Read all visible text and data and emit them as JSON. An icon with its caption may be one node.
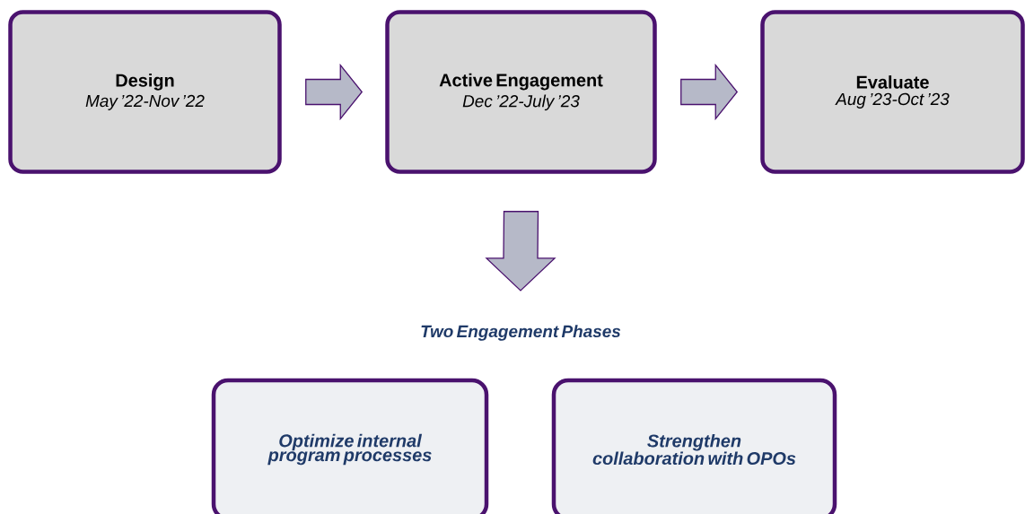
{
  "diagram": {
    "nodes": [
      {
        "text": [
          "Design",
          "May ’22-Nov ’22"
        ]
      },
      {
        "text": [
          "Active Engagement",
          "Dec ’22-July ’23"
        ]
      },
      {
        "text": [
          "Evaluate",
          "Aug ’23-Oct ’23"
        ]
      },
      {
        "text": [
          "Two Engagement Phases"
        ]
      },
      {
        "text": [
          "Optimize internal program processes"
        ]
      },
      {
        "text": [
          "Strengthen collaboration with OPOs"
        ]
      }
    ],
    "edges": [
      {
        "from": 0,
        "to": 1,
        "arrow": "to"
      },
      {
        "from": 1,
        "to": 2,
        "arrow": "to"
      },
      {
        "from": 1,
        "to": 3,
        "arrow": "to"
      }
    ]
  }
}
